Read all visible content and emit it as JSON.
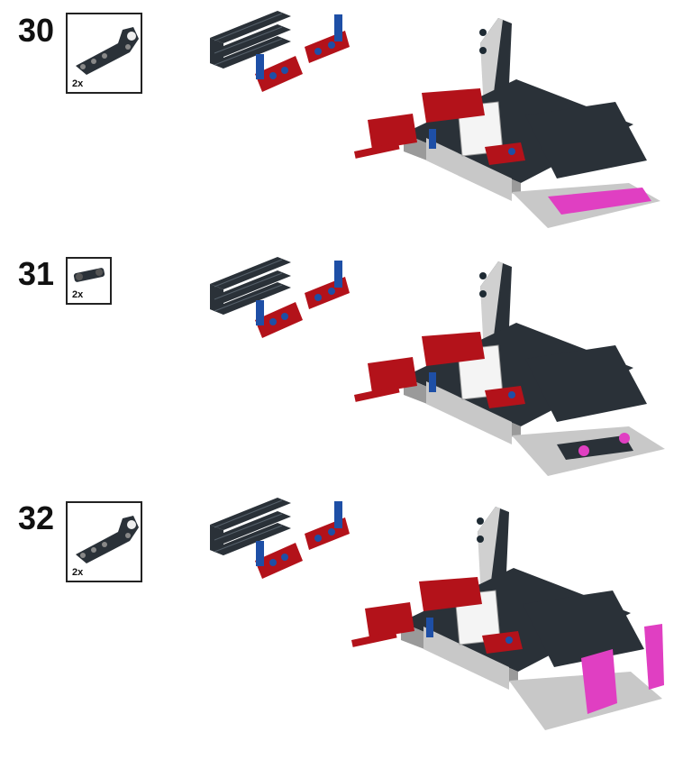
{
  "steps": [
    {
      "number": "30",
      "part_qty": "2x",
      "part_icon": "liftarm-bent-dark-icon"
    },
    {
      "number": "31",
      "part_qty": "2x",
      "part_icon": "axle-pin-connector-icon"
    },
    {
      "number": "32",
      "part_qty": "2x",
      "part_icon": "liftarm-bent-dark-icon"
    }
  ],
  "colors": {
    "dark_beam": "#2a3138",
    "red": "#b3121a",
    "blue": "#1e4fa6",
    "light_gray": "#c8c8c8",
    "white": "#f4f4f4",
    "magenta": "#e03fc2"
  }
}
